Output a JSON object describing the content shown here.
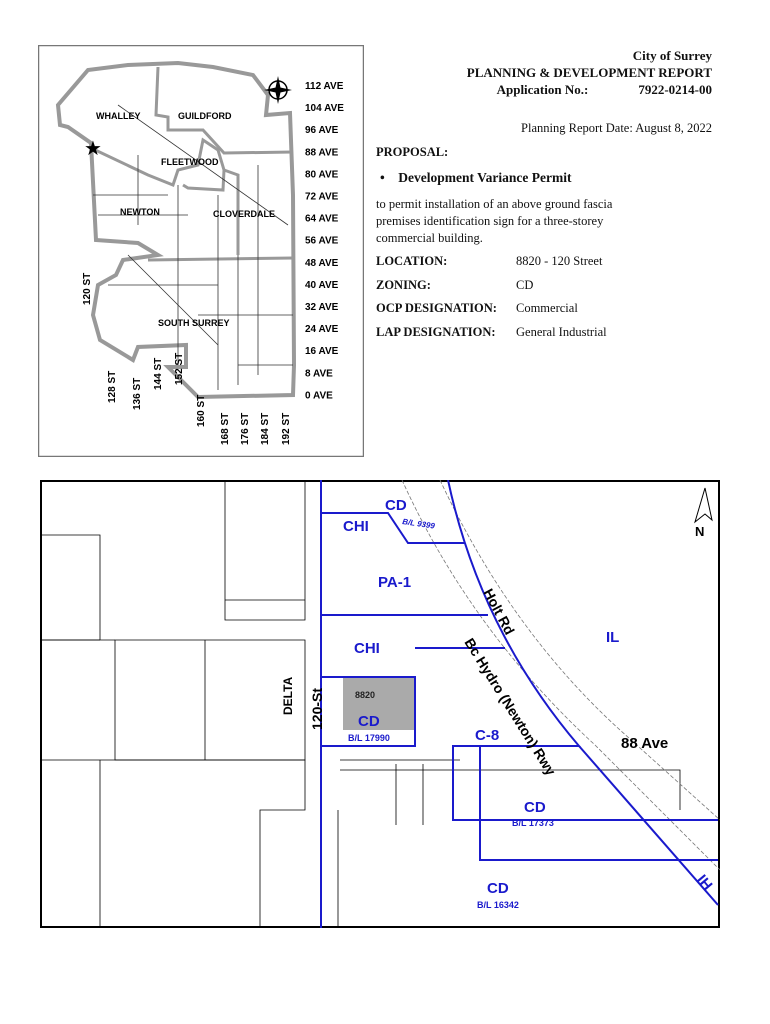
{
  "header": {
    "org": "City of Surrey",
    "report": "PLANNING & DEVELOPMENT REPORT",
    "app_label": "Application No.:",
    "app_no": "7922-0214-00",
    "date": "Planning Report Date: August 8, 2022"
  },
  "proposal": {
    "heading": "PROPOSAL:",
    "item": "Development Variance Permit",
    "description_lines": [
      "to permit installation of an above ground fascia",
      "premises identification sign for a three-storey",
      "commercial building."
    ]
  },
  "fields": [
    {
      "label": "LOCATION:",
      "value": "8820 - 120 Street"
    },
    {
      "label": "ZONING:",
      "value": "CD"
    },
    {
      "label": "OCP DESIGNATION:",
      "value": "Commercial"
    },
    {
      "label": "LAP DESIGNATION:",
      "value": "General Industrial"
    }
  ],
  "key_map": {
    "areas": [
      "WHALLEY",
      "GUILDFORD",
      "FLEETWOOD",
      "NEWTON",
      "CLOVERDALE",
      "SOUTH SURREY"
    ],
    "avenues": [
      "112 AVE",
      "104 AVE",
      "96 AVE",
      "88 AVE",
      "80 AVE",
      "72 AVE",
      "64 AVE",
      "56 AVE",
      "48 AVE",
      "40 AVE",
      "32 AVE",
      "24 AVE",
      "16 AVE",
      "8 AVE",
      "0 AVE"
    ],
    "streets": [
      "120 ST",
      "128 ST",
      "136 ST",
      "144 ST",
      "152 ST",
      "160 ST",
      "168 ST",
      "176 ST",
      "184 ST",
      "192 ST"
    ]
  },
  "site_map": {
    "zones": [
      "CD",
      "B/L 9399",
      "CHI",
      "PA-1",
      "CHI",
      "IL",
      "8820",
      "CD",
      "B/L 17990",
      "C-8",
      "CD",
      "B/L 17373",
      "IH",
      "CD",
      "B/L 16342"
    ],
    "roads": [
      "Holt Rd",
      "Bc Hydro (Newton) Rwy",
      "88 Ave",
      "120-St",
      "DELTA"
    ],
    "north": "N"
  },
  "colors": {
    "zone_line": "#1a1acc",
    "subject": "#aaaaaa"
  }
}
